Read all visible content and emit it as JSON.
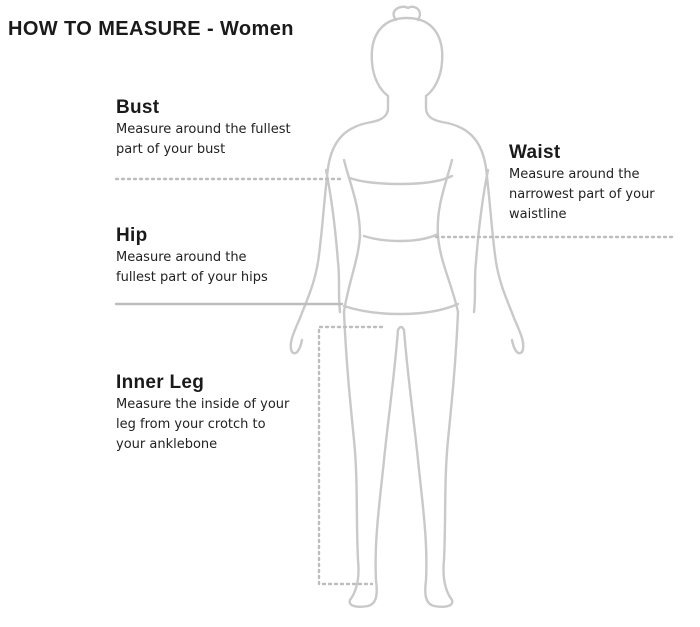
{
  "title": "HOW TO MEASURE - Women",
  "measurements": {
    "bust": {
      "heading": "Bust",
      "lines": [
        "Measure around the fullest",
        "part of your bust"
      ]
    },
    "waist": {
      "heading": "Waist",
      "lines": [
        "Measure around the",
        "narrowest part of your",
        "waistline"
      ]
    },
    "hip": {
      "heading": "Hip",
      "lines": [
        "Measure around the",
        "fullest part of your hips"
      ]
    },
    "inner_leg": {
      "heading": "Inner Leg",
      "lines": [
        "Measure the inside of your",
        "leg from your crotch to",
        "your anklebone"
      ]
    }
  },
  "colors": {
    "figure_outline": "#c9c9c9",
    "guide_line": "#bdbdbd",
    "text": "#1a1a1a"
  },
  "icons": {
    "figure": "female-body-outline-icon"
  }
}
